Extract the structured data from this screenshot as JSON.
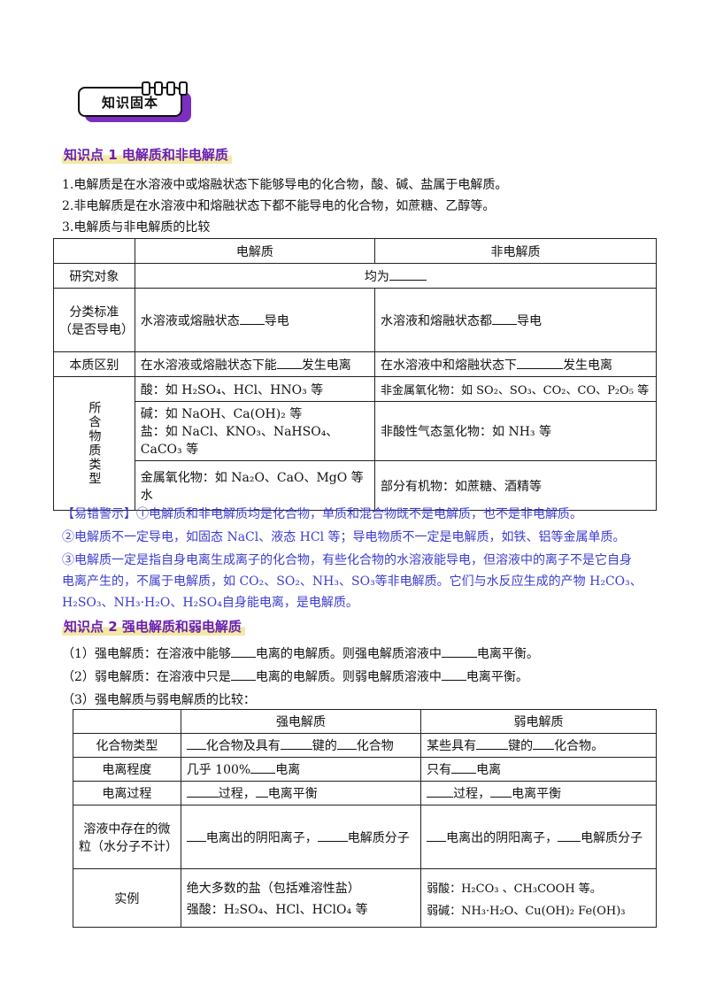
{
  "badge": "知识固本",
  "sec1": {
    "title": "知识点 1 电解质和非电解质",
    "p1": "1.电解质是在水溶液中或熔融状态下能够导电的化合物，酸、碱、盐属于电解质。",
    "p2": "2.非电解质是在水溶液中和熔融状态下都不能导电的化合物，如蔗糖、乙醇等。",
    "p3": "3.电解质与非电解质的比较"
  },
  "table1": {
    "h1": "电解质",
    "h2": "非电解质",
    "r1_label": "研究对象",
    "r1_val": "均为",
    "r2_label": "分类标准（是否导电）",
    "r2_a": "水溶液或熔融状态",
    "r2_a2": "导电",
    "r2_b": "水溶液和熔融状态都",
    "r2_b2": "导电",
    "r3_label": "本质区别",
    "r3_a": "在水溶液或熔融状态下能",
    "r3_a2": "发生电离",
    "r3_b": "在水溶液中和熔融状态下",
    "r3_b2": "发生电离",
    "r4_label": "所含物质类型",
    "acid": "酸：如 H₂SO₄、HCl、HNO₃ 等",
    "nonmetal_oxide": "非金属氧化物：如 SO₂、SO₃、CO₂、CO、P₂O₅ 等",
    "base": "碱：如 NaOH、Ca(OH)₂ 等",
    "salt": "盐：如 NaCl、KNO₃、NaHSO₄、CaCO₃ 等",
    "hydride": "非酸性气态氢化物：如 NH₃ 等",
    "metal_oxide": "金属氧化物：如 Na₂O、CaO、MgO 等",
    "water": "水",
    "organic": "部分有机物：如蔗糖、酒精等"
  },
  "notes": {
    "n1": "【易错警示】①电解质和非电解质均是化合物，单质和混合物既不是电解质，也不是非电解质。",
    "n2": "②电解质不一定导电，如固态 NaCl、液态 HCl 等；导电物质不一定是电解质，如铁、铝等金属单质。",
    "n3": "③电解质一定是指自身电离生成离子的化合物，有些化合物的水溶液能导电，但溶液中的离子不是它自身",
    "n4": "电离产生的，不属于电解质，如 CO₂、SO₂、NH₃、SO₃等非电解质。它们与水反应生成的产物 H₂CO₃、",
    "n5": "H₂SO₃、NH₃·H₂O、H₂SO₄自身能电离，是电解质。"
  },
  "sec2": {
    "title": "知识点 2  强电解质和弱电解质",
    "p1a": "（1）强电解质：在溶液中能够",
    "p1b": "电离的电解质。则强电解质溶液中",
    "p1c": "电离平衡。",
    "p2a": "（2）弱电解质：在溶液中只是",
    "p2b": "电离的电解质。则弱电解质溶液中",
    "p2c": "电离平衡。",
    "p3": "（3）强电解质与弱电解质的比较："
  },
  "table2": {
    "h1": "强电解质",
    "h2": "弱电解质",
    "r1_label": "化合物类型",
    "r1_a1": "化合物及具有",
    "r1_a2": "键的",
    "r1_a3": "化合物",
    "r1_b1": "某些具有",
    "r1_b2": "键的",
    "r1_b3": "化合物。",
    "r2_label": "电离程度",
    "r2_a1": "几乎 100%",
    "r2_a2": "电离",
    "r2_b1": "只有",
    "r2_b2": "电离",
    "r3_label": "电离过程",
    "r3_a1": "过程，",
    "r3_a2": "电离平衡",
    "r3_b1": "过程，",
    "r3_b2": "电离平衡",
    "r4_label": "溶液中存在的微粒（水分子不计）",
    "r4_a1": "电离出的阴阳离子，",
    "r4_a2": "电解质分子",
    "r4_b1": "电离出的阴阳离子，",
    "r4_b2": "电解质分子",
    "r5_label": "实例",
    "r5_a1": "绝大多数的盐（包括难溶性盐）",
    "r5_a2": "强酸：H₂SO₄、HCl、HClO₄ 等",
    "r5_b1": "弱酸：H₂CO₃ 、CH₃COOH 等。",
    "r5_b2": "弱碱：NH₃·H₂O、Cu(OH)₂ Fe(OH)₃"
  }
}
